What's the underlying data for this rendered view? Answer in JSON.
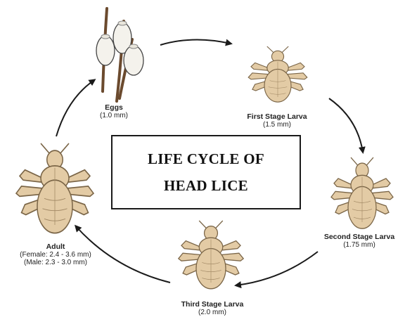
{
  "title": {
    "line1": "LIFE CYCLE OF",
    "line2": "HEAD LICE"
  },
  "stages": [
    {
      "name": "Eggs",
      "size": "(1.0 mm)"
    },
    {
      "name": "First Stage Larva",
      "size": "(1.5 mm)"
    },
    {
      "name": "Second Stage Larva",
      "size": "(1.75 mm)"
    },
    {
      "name": "Third Stage Larva",
      "size": "(2.0 mm)"
    },
    {
      "name": "Adult",
      "size_female": "(Female: 2.4 - 3.6 mm)",
      "size_male": "(Male: 2.3 - 3.0 mm)"
    }
  ],
  "colors": {
    "louse_fill": "#e3cba5",
    "louse_outline": "#7a6547",
    "egg_fill": "#f4f2ec",
    "hair": "#6b4a2e",
    "arrow": "#1a1a1a"
  }
}
